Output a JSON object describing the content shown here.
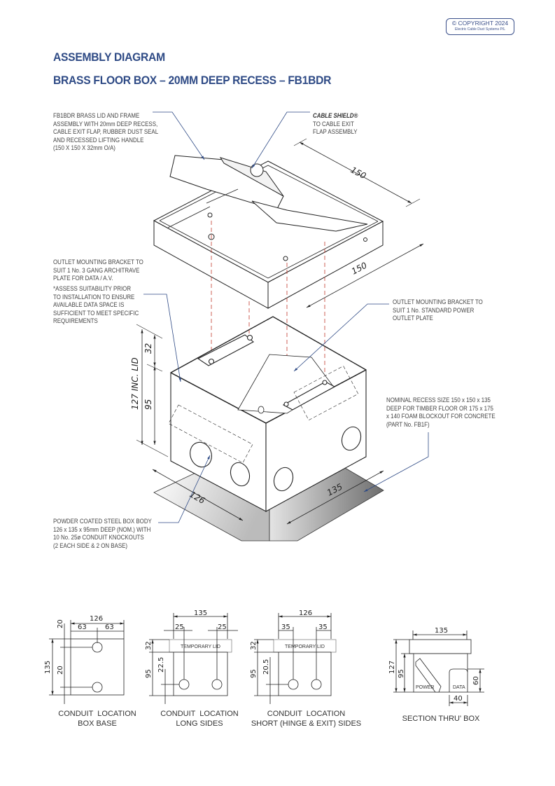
{
  "copyright": {
    "line1": "© COPYRIGHT 2024",
    "line2": "Electric Cable Duct Systems P/L"
  },
  "header": {
    "title": "ASSEMBLY DIAGRAM",
    "subtitle": "BRASS FLOOR BOX – 20MM DEEP RECESS – FB1BDR"
  },
  "callouts": {
    "lid": "FB1BDR BRASS LID AND FRAME\nASSEMBLY WITH 20mm DEEP RECESS,\nCABLE EXIT FLAP, RUBBER DUST SEAL\nAND RECESSED LIFTING HANDLE\n(150 X 150 X 32mm O/A)",
    "cable_shield_title": "CABLE SHIELD®",
    "cable_shield_text": "TO CABLE EXIT\nFLAP ASSEMBLY",
    "data_bracket": "OUTLET MOUNTING BRACKET TO\nSUIT 1 No. 3 GANG ARCHITRAVE\nPLATE FOR DATA / A.V.",
    "data_note": "*ASSESS SUITABILITY PRIOR\nTO INSTALLATION TO ENSURE\nAVAILABLE DATA SPACE IS\nSUFFICIENT TO MEET SPECIFIC\nREQUIREMENTS",
    "power_bracket": "OUTLET MOUNTING BRACKET TO\nSUIT 1 No. STANDARD POWER\nOUTLET PLATE",
    "recess": "NOMINAL RECESS SIZE 150 x 150 x 135\nDEEP FOR TIMBER FLOOR OR 175 x 175\nx 140 FOAM BLOCKOUT FOR CONCRETE\n(PART No. FB1F)",
    "body": "POWDER COATED STEEL BOX BODY\n126 x 135 x 95mm DEEP (NOM.) WITH\n10 No. 25ø CONDUIT KNOCKOUTS\n(2 EACH SIDE & 2 ON BASE)"
  },
  "iso_dims": {
    "lid_w": "150",
    "lid_d": "150",
    "height_total": "127 INC. LID",
    "height_lid": "32",
    "height_body": "95",
    "base_w": "126",
    "base_d": "135"
  },
  "details": [
    {
      "caption": "CONDUIT  LOCATION\nBOX BASE",
      "dims": {
        "width": "126",
        "half_l": "63",
        "half_r": "63",
        "top_off": "20",
        "height": "135",
        "bot_off": "20"
      }
    },
    {
      "caption": "CONDUIT  LOCATION\nLONG SIDES",
      "dims": {
        "width": "135",
        "off_l": "25",
        "off_r": "25",
        "lid": "32",
        "body": "95",
        "hole": "22.5"
      },
      "lid_label": "TEMPORARY LID"
    },
    {
      "caption": "CONDUIT  LOCATION\nSHORT (HINGE & EXIT) SIDES",
      "dims": {
        "width": "126",
        "off_l": "35",
        "off_r": "35",
        "lid": "32",
        "body": "95",
        "hole": "20.5"
      },
      "lid_label": "TEMPORARY LID"
    },
    {
      "caption": "SECTION THRU' BOX",
      "dims": {
        "width": "135",
        "total": "127",
        "body": "95",
        "data_h": "60",
        "data_w": "40"
      },
      "labels": {
        "power": "POWER",
        "data": "DATA"
      }
    }
  ],
  "colors": {
    "title": "#2e4a85",
    "leader": "#2e4a85",
    "hidden": "#c0392b"
  }
}
